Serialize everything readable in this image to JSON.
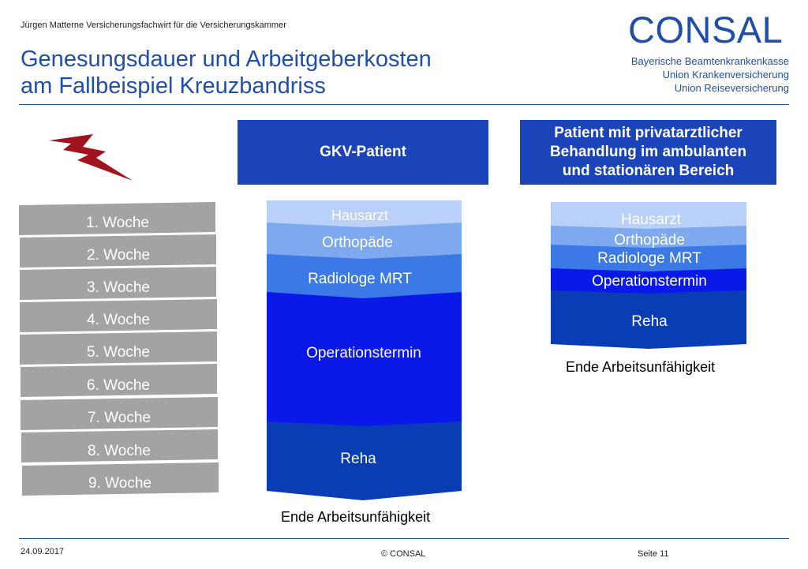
{
  "header": {
    "subtitle": "Jürgen Matterne Versicherungsfachwirt für die Versicherungskammer",
    "title_line1": "Genesungsdauer und Arbeitgeberkosten",
    "title_line2": "am Fallbeispiel Kreuzbandriss",
    "logo": "CONSAL",
    "brands": [
      "Bayerische Beamtenkrankenkasse",
      "Union Krankenversicherung",
      "Union Reiseversicherung"
    ]
  },
  "weeks": [
    "1. Woche",
    "2. Woche",
    "3. Woche",
    "4. Woche",
    "5. Woche",
    "6. Woche",
    "7. Woche",
    "8. Woche",
    "9. Woche"
  ],
  "gkv": {
    "heading": "GKV-Patient",
    "stages": [
      "Hausarzt",
      "Orthopäde",
      "Radiologe MRT",
      "Operationstermin",
      "Reha"
    ],
    "end_label": "Ende Arbeitsunfähigkeit"
  },
  "private": {
    "heading_lines": [
      "Patient mit privatarztlicher",
      "Behandlung im ambulanten",
      "und stationären Bereich"
    ],
    "stages": [
      "Hausarzt",
      "Orthopäde",
      "Radiologe MRT",
      "Operationstermin",
      "Reha"
    ],
    "end_label": "Ende Arbeitsunfähigkeit"
  },
  "colors": {
    "hausarzt": "#b9d1f8",
    "orthopaede": "#7ea9ee",
    "radiologe": "#3a79e6",
    "operation": "#0a19e8",
    "reha": "#0a3cb4",
    "week": "#a3a3a3",
    "bolt": "#a01420"
  },
  "footer": {
    "date": "24.09.2017",
    "copyright": "© CONSAL",
    "page": "Seite 11"
  }
}
